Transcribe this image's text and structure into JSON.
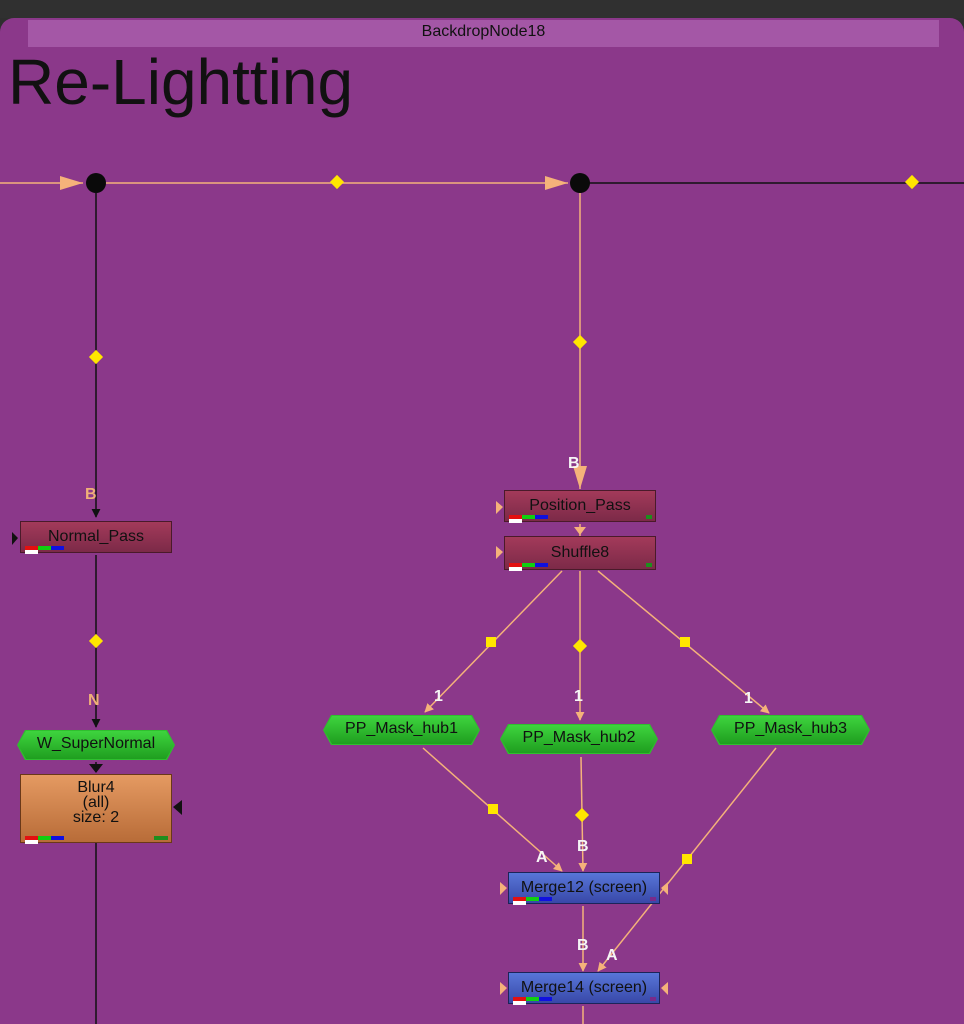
{
  "backdrop": {
    "name": "BackdropNode18",
    "title": "Re-Lightting"
  },
  "nodes": {
    "normal_pass": "Normal_Pass",
    "position_pass": "Position_Pass",
    "shuffle": "Shuffle8",
    "w_super_normal": "W_SuperNormal",
    "blur_name": "Blur4",
    "blur_channels": "(all)",
    "blur_size": "size: 2",
    "pp_mask_hub1": "PP_Mask_hub1",
    "pp_mask_hub2": "PP_Mask_hub2",
    "pp_mask_hub3": "PP_Mask_hub3",
    "merge12": "Merge12 (screen)",
    "merge14": "Merge14 (screen)"
  },
  "ports": {
    "b": "B",
    "n": "N",
    "a": "A",
    "one": "1"
  },
  "colors": {
    "backdrop": "#8b388a",
    "backdrop_label": "#a457a6",
    "pipe_orange": "#f5b27a",
    "pipe_black": "#111111",
    "elbow_yellow": "#ffe600",
    "read_node": "#8e3050",
    "merge_node": "#4a5ec4",
    "blur_node": "#d88650",
    "expression_node": "#2fbf2f"
  }
}
